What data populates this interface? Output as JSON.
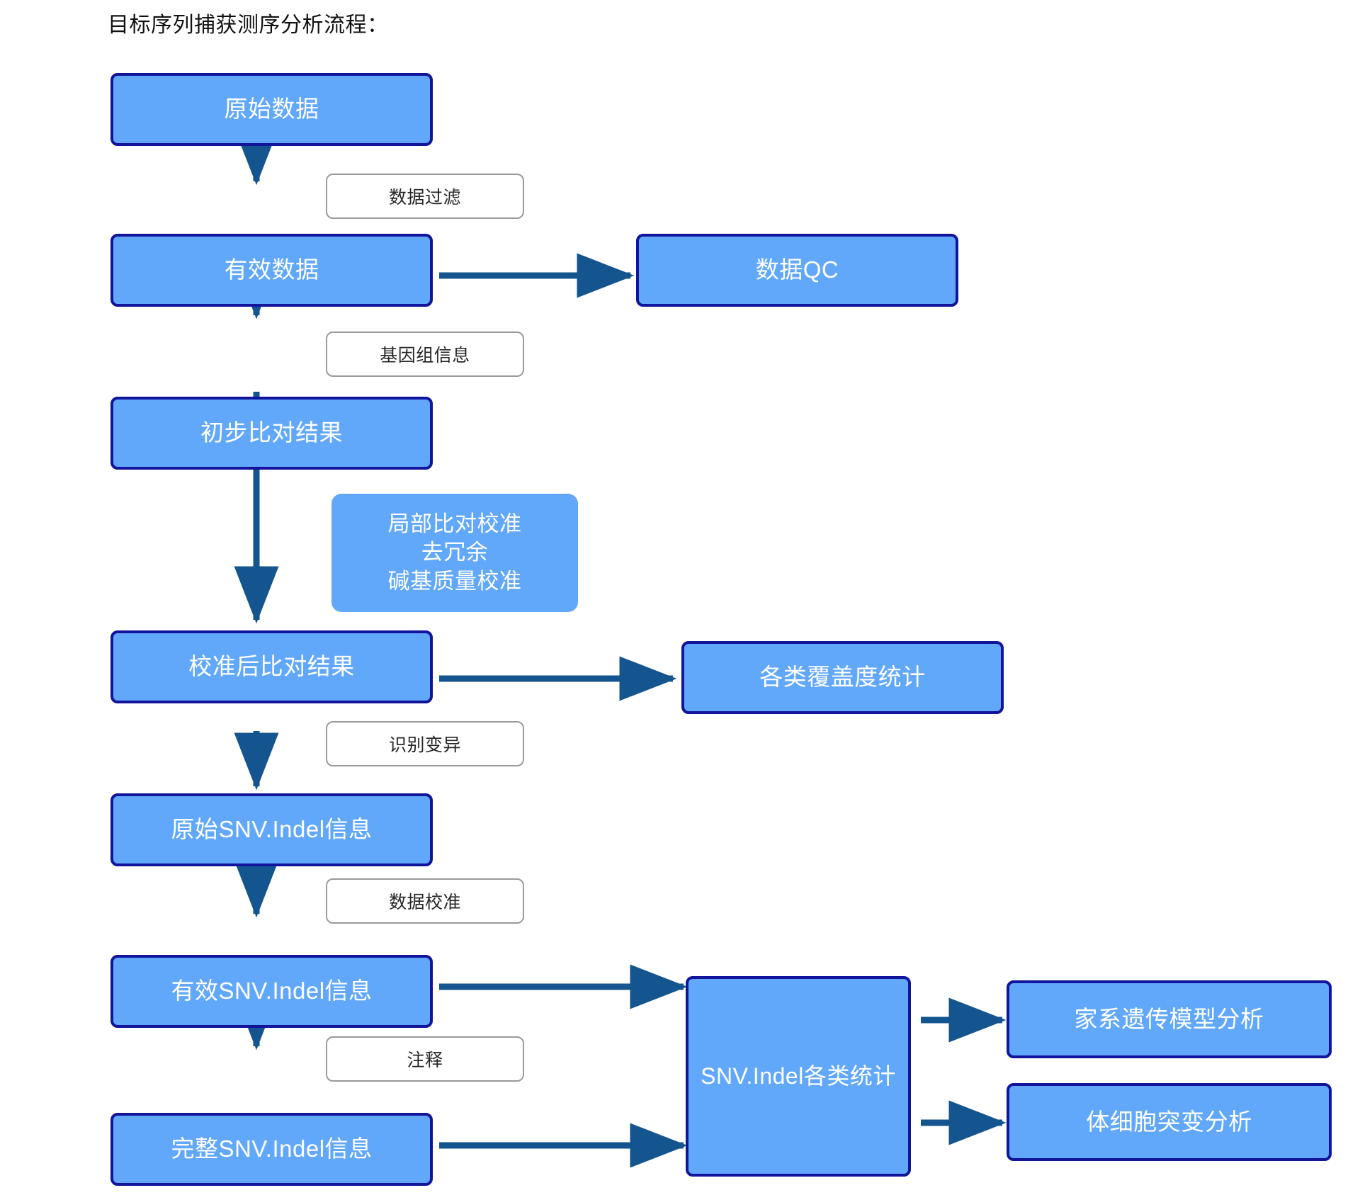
{
  "page": {
    "title": "目标序列捕获测序分析流程：",
    "background": "#ffffff",
    "colors": {
      "node_fill": "#62a8fa",
      "node_border": "#12149c",
      "node_text": "#ffffff",
      "annotation_fill": "#62a8fa",
      "edge_label_fill": "#ffffff",
      "edge_label_border": "#9a9a9a",
      "edge_label_text": "#262626",
      "arrow": "#14558f",
      "title_text": "#111111"
    }
  },
  "diagram": {
    "type": "flowchart",
    "orientation": "top-to-bottom with right branches",
    "nodes": [
      {
        "id": "raw-data",
        "label": "原始数据"
      },
      {
        "id": "valid-data",
        "label": "有效数据"
      },
      {
        "id": "data-qc",
        "label": "数据QC"
      },
      {
        "id": "initial-alignment",
        "label": "初步比对结果"
      },
      {
        "id": "recalibration-note",
        "label": "局部比对校准\n去冗余\n碱基质量校准"
      },
      {
        "id": "calibrated-alignment",
        "label": "校准后比对结果"
      },
      {
        "id": "coverage-stats",
        "label": "各类覆盖度统计"
      },
      {
        "id": "raw-snv-indel",
        "label": "原始SNV.Indel信息"
      },
      {
        "id": "valid-snv-indel",
        "label": "有效SNV.Indel信息"
      },
      {
        "id": "full-snv-indel",
        "label": "完整SNV.Indel信息"
      },
      {
        "id": "snv-indel-stats",
        "label": "SNV.Indel各类统计"
      },
      {
        "id": "pedigree-analysis",
        "label": "家系遗传模型分析"
      },
      {
        "id": "somatic-analysis",
        "label": "体细胞突变分析"
      }
    ],
    "edge_labels": [
      {
        "id": "filter",
        "label": "数据过滤"
      },
      {
        "id": "genome-info",
        "label": "基因组信息"
      },
      {
        "id": "call-variant",
        "label": "识别变异"
      },
      {
        "id": "recalibrate",
        "label": "数据校准"
      },
      {
        "id": "annotate",
        "label": "注释"
      }
    ],
    "edges": [
      {
        "from": "raw-data",
        "to": "valid-data",
        "label": "数据过滤"
      },
      {
        "from": "valid-data",
        "to": "data-qc",
        "label": ""
      },
      {
        "from": "valid-data",
        "to": "initial-alignment",
        "label": "基因组信息"
      },
      {
        "from": "initial-alignment",
        "to": "calibrated-alignment",
        "label": "局部比对校准/去冗余/碱基质量校准"
      },
      {
        "from": "calibrated-alignment",
        "to": "coverage-stats",
        "label": ""
      },
      {
        "from": "calibrated-alignment",
        "to": "raw-snv-indel",
        "label": "识别变异"
      },
      {
        "from": "raw-snv-indel",
        "to": "valid-snv-indel",
        "label": "数据校准"
      },
      {
        "from": "valid-snv-indel",
        "to": "snv-indel-stats",
        "label": ""
      },
      {
        "from": "valid-snv-indel",
        "to": "full-snv-indel",
        "label": "注释"
      },
      {
        "from": "full-snv-indel",
        "to": "snv-indel-stats",
        "label": ""
      },
      {
        "from": "snv-indel-stats",
        "to": "pedigree-analysis",
        "label": ""
      },
      {
        "from": "snv-indel-stats",
        "to": "somatic-analysis",
        "label": ""
      }
    ]
  }
}
